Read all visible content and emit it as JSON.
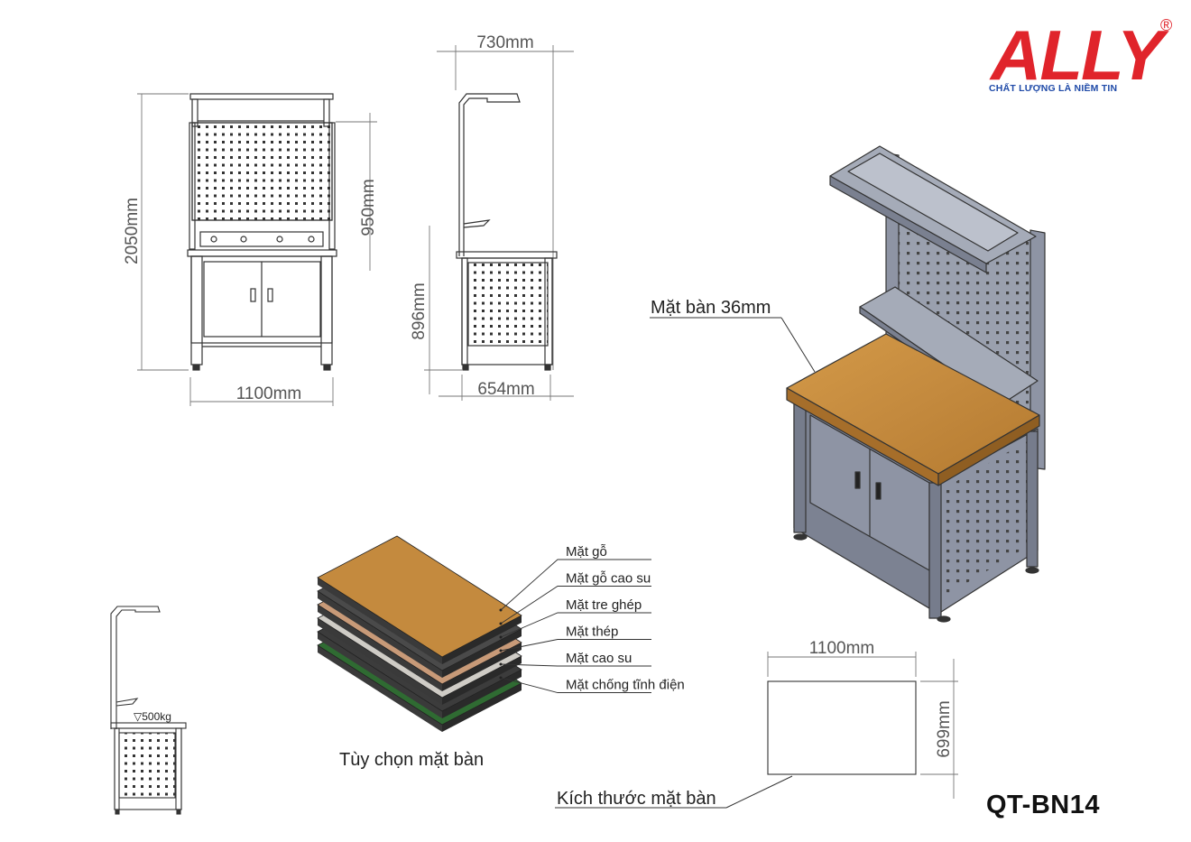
{
  "brand": {
    "logo_text": "ALLY",
    "registered": "®",
    "tagline": "CHẤT LƯỢNG LÀ NIỀM TIN",
    "logo_color": "#e0242b",
    "tagline_color": "#1f4aa8"
  },
  "model": "QT-BN14",
  "front_view": {
    "width_label": "1100mm",
    "height_label": "2050mm"
  },
  "side_view": {
    "top_label": "730mm",
    "upper_label": "950mm",
    "lower_label": "896mm",
    "depth_label": "654mm"
  },
  "iso_view": {
    "callout": "Mặt bàn 36mm",
    "top_color": "#c48a3e",
    "body_color": "#8e94a4"
  },
  "load_label": "▽500kg",
  "top_options": {
    "title": "Tùy chọn mặt bàn",
    "items": [
      {
        "label": "Mặt gỗ",
        "color": "#c48a3e"
      },
      {
        "label": "Mặt gỗ cao su",
        "color": "#4a4a4a"
      },
      {
        "label": "Mặt tre ghép",
        "color": "#c89a78"
      },
      {
        "label": "Mặt thép",
        "color": "#cfccc6"
      },
      {
        "label": "Mặt cao su",
        "color": "#3c3c3c"
      },
      {
        "label": "Mặt chống tĩnh điện",
        "color": "#2f6b32"
      }
    ]
  },
  "top_size": {
    "caption": "Kích thước mặt bàn",
    "width_label": "1100mm",
    "depth_label": "699mm"
  }
}
